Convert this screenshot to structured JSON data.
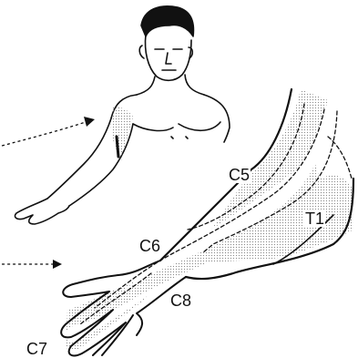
{
  "dermatome_labels": {
    "c5": "C5",
    "c6": "C6",
    "t1": "T1",
    "c8": "C8",
    "c7": "C7"
  },
  "colors": {
    "ink": "#111111",
    "stipple": "#8a8a8a",
    "paper": "#ffffff"
  }
}
